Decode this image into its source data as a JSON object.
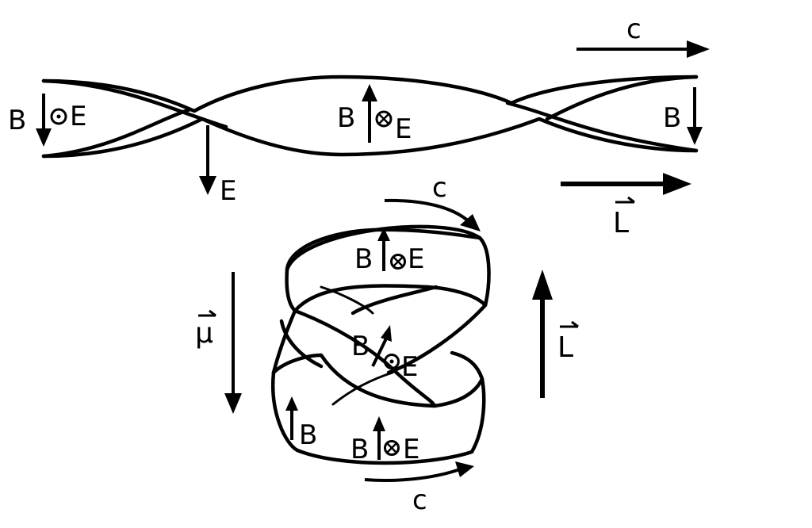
{
  "ribbon": {
    "left_label_b": "B",
    "left_label_e": "E",
    "crossing_label_e": "E",
    "center_label_b": "B",
    "center_label_e": "E",
    "right_label_b": "B",
    "velocity_label": "c",
    "angular_momentum_label": "L"
  },
  "ring": {
    "top_velocity_label": "c",
    "bottom_velocity_label": "c",
    "top_b": "B",
    "top_e": "E",
    "middle_b": "B",
    "middle_e": "E",
    "bottom_b": "B",
    "bottom_e": "E",
    "side_b": "B",
    "magnetic_moment_label": "μ",
    "angular_momentum_label": "L"
  },
  "symbols": {
    "out_of_page": "⊙",
    "into_page": "⊗",
    "vector_mark": "⇀"
  }
}
